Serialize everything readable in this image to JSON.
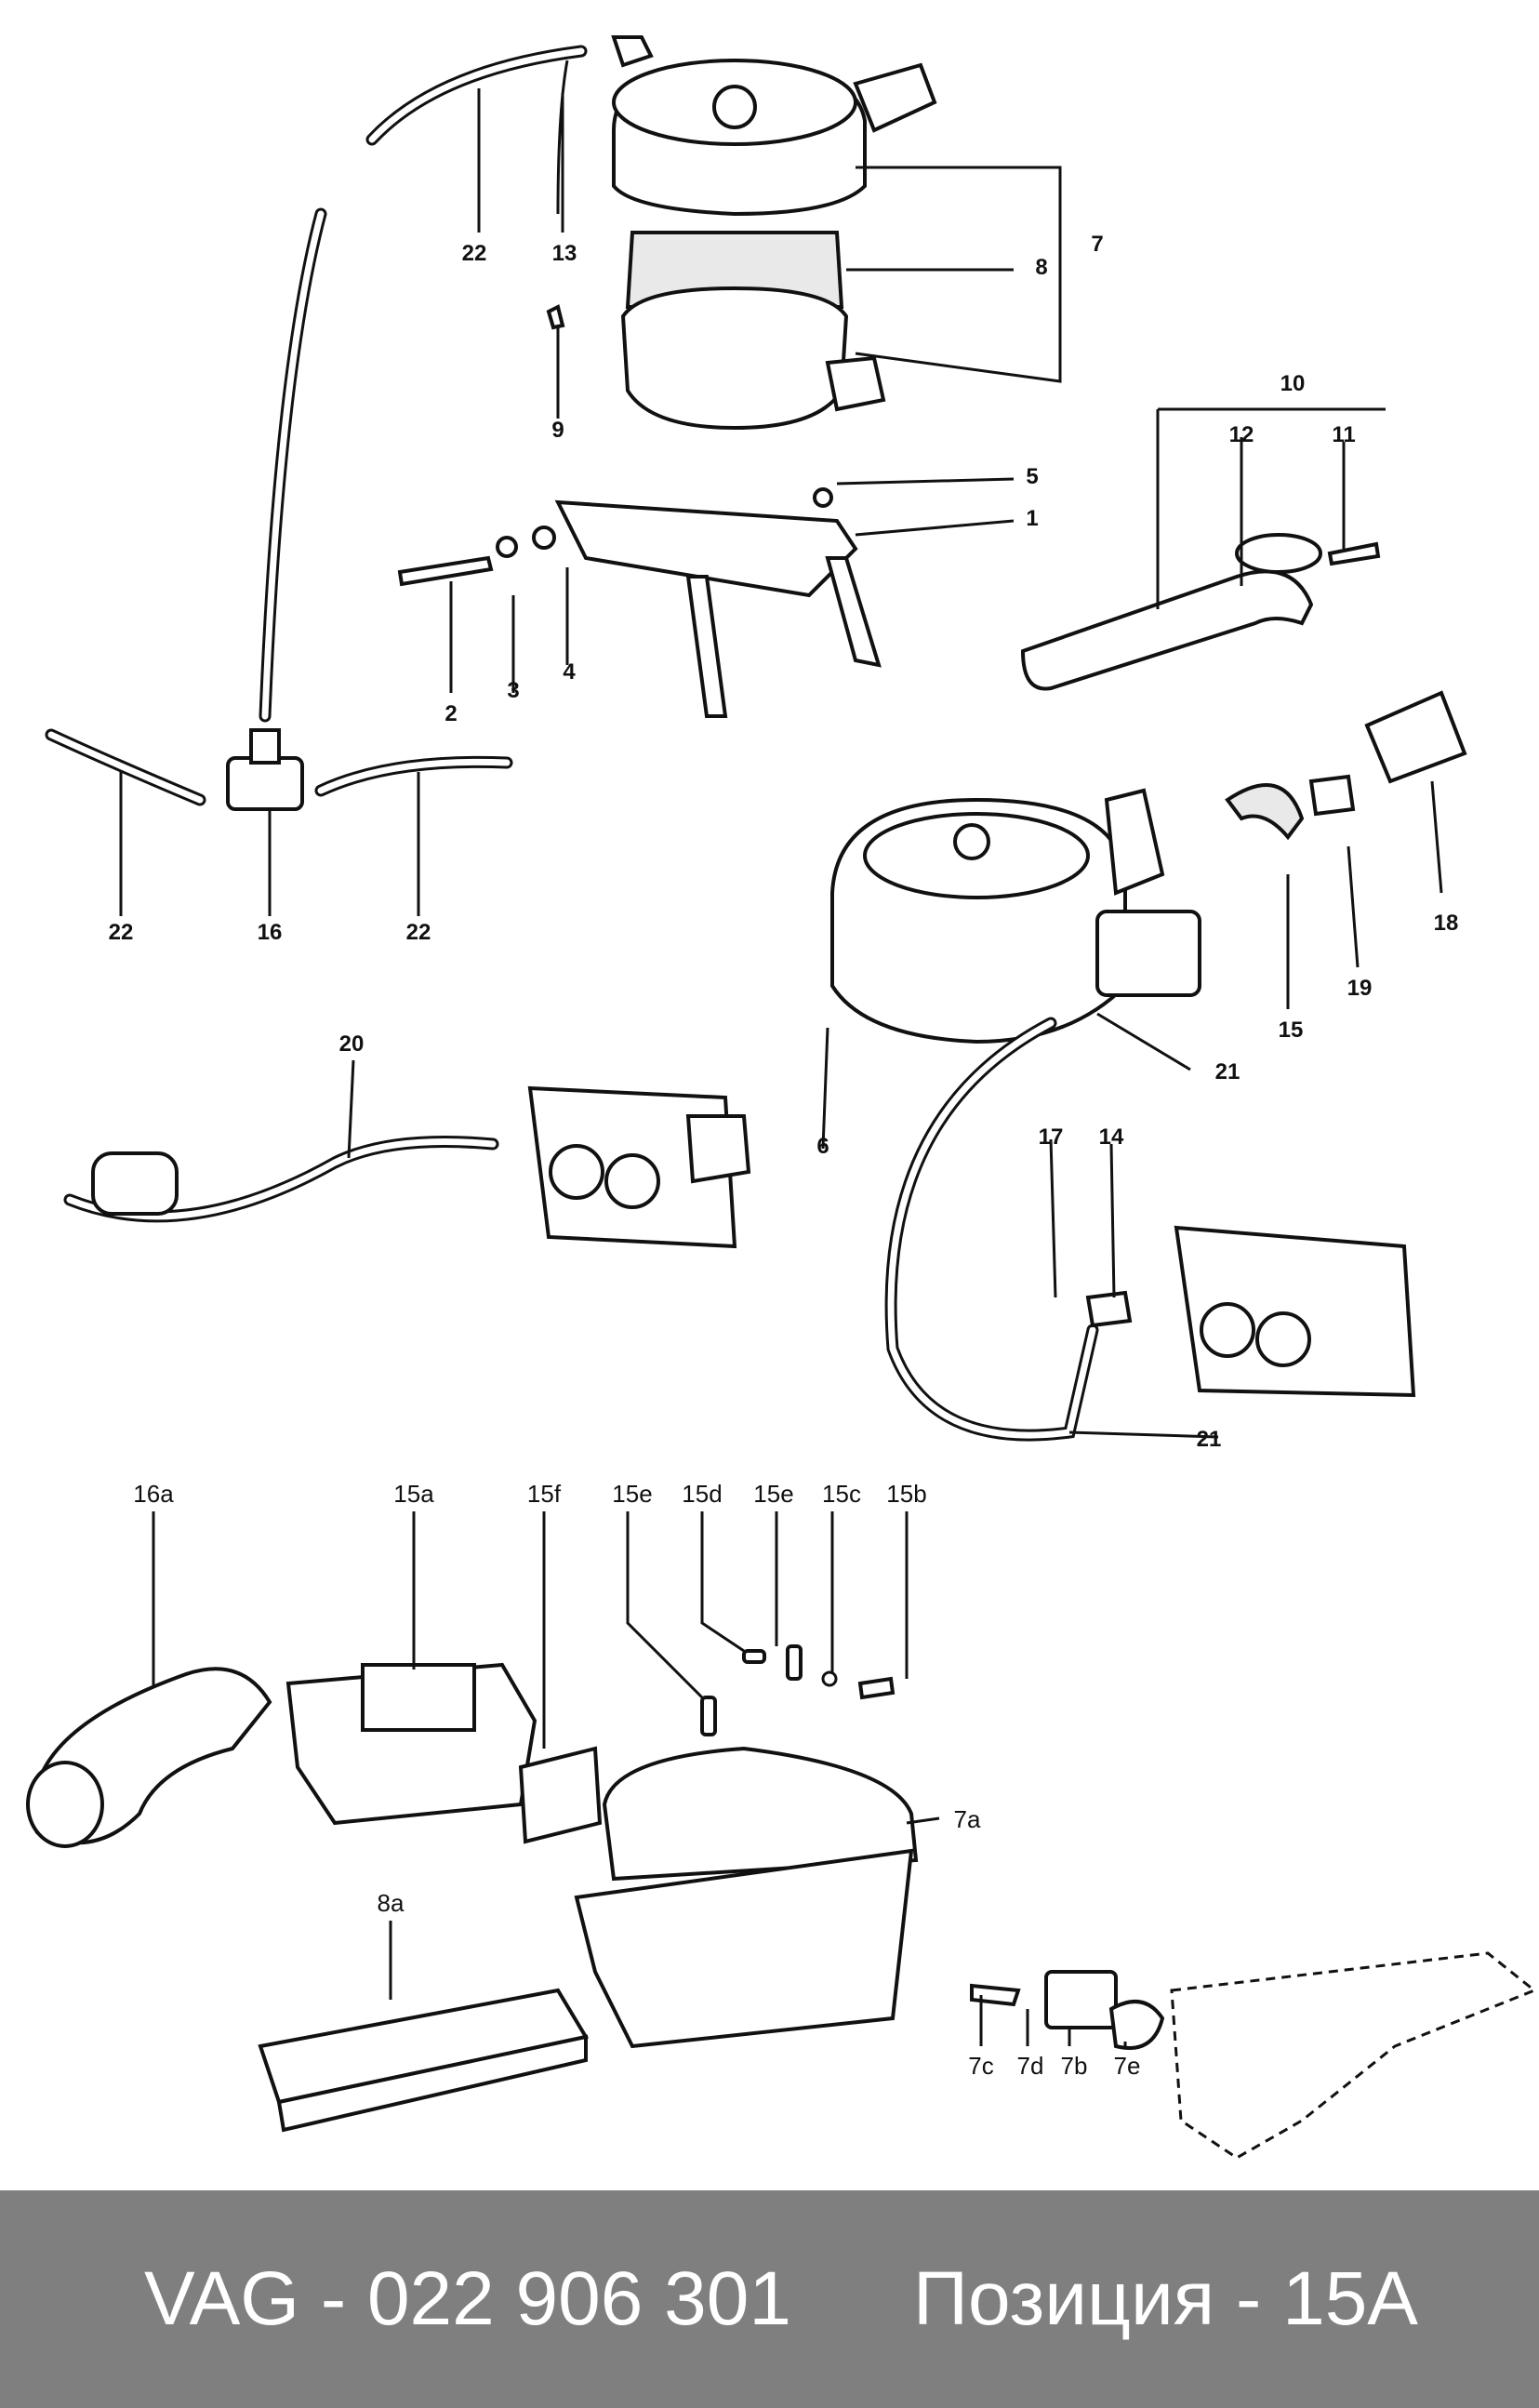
{
  "diagram": {
    "labels": {
      "l1": "1",
      "l2": "2",
      "l3": "3",
      "l4": "4",
      "l5": "5",
      "l6": "6",
      "l7": "7",
      "l8": "8",
      "l9": "9",
      "l10": "10",
      "l11": "11",
      "l12": "12",
      "l13": "13",
      "l14": "14",
      "l15": "15",
      "l16": "16",
      "l17": "17",
      "l18": "18",
      "l19": "19",
      "l20": "20",
      "l21": "21",
      "l22": "22",
      "l15a": "15a",
      "l15b": "15b",
      "l15c": "15c",
      "l15d": "15d",
      "l15e": "15e",
      "l15f": "15f",
      "l16a": "16a",
      "l7a": "7a",
      "l8a": "8a",
      "l7b": "7b",
      "l7c": "7c",
      "l7d": "7d",
      "l7e": "7e"
    }
  },
  "footer": {
    "part_number": "VAG - 022 906 301",
    "position": "Позиция - 15A"
  }
}
